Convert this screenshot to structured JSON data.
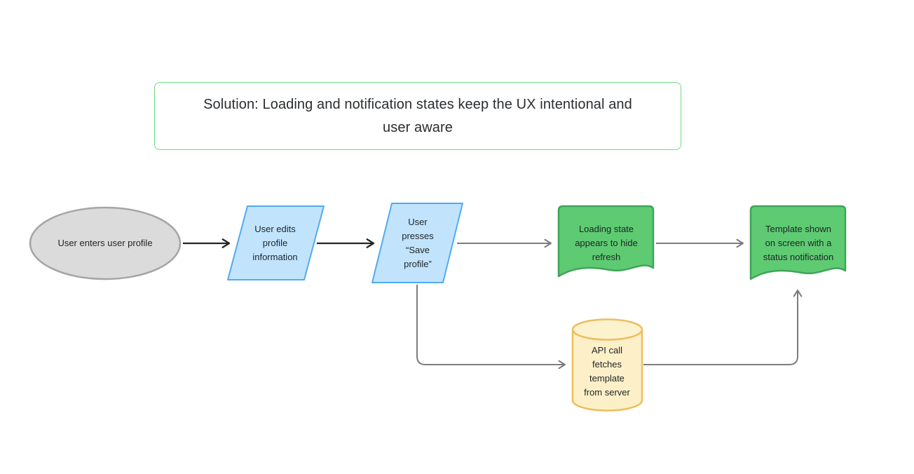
{
  "title": {
    "text": "Solution: Loading and notification states keep the UX intentional and\nuser aware"
  },
  "nodes": {
    "start": {
      "label": "User enters user profile",
      "shape": "ellipse",
      "fill": "#dbdbdb",
      "stroke": "#a5a5a5"
    },
    "edit_profile": {
      "label": "User edits\nprofile\ninformation",
      "shape": "parallelogram",
      "fill": "#c1e4fc",
      "stroke": "#52aaf0"
    },
    "save_profile": {
      "label": "User\npresses\n“Save\nprofile”",
      "shape": "parallelogram",
      "fill": "#c1e4fc",
      "stroke": "#52aaf0"
    },
    "loading_state": {
      "label": "Loading state\nappears to hide\nrefresh",
      "shape": "document",
      "fill": "#5ecb72",
      "stroke": "#3fa45a"
    },
    "template_shown": {
      "label": "Template shown\non screen with a\nstatus notification",
      "shape": "document",
      "fill": "#5ecb72",
      "stroke": "#3fa45a"
    },
    "api_call": {
      "label": "API call\nfetches\ntemplate\nfrom server",
      "shape": "database",
      "fill": "#fdf0c8",
      "stroke": "#eebd5e"
    }
  },
  "edges": [
    {
      "from": "start",
      "to": "edit_profile",
      "style": "dark-arrow"
    },
    {
      "from": "edit_profile",
      "to": "save_profile",
      "style": "dark-arrow"
    },
    {
      "from": "save_profile",
      "to": "loading_state",
      "style": "gray-arrow"
    },
    {
      "from": "loading_state",
      "to": "template_shown",
      "style": "gray-arrow"
    },
    {
      "from": "save_profile",
      "to": "api_call",
      "style": "gray-arrow-elbow"
    },
    {
      "from": "api_call",
      "to": "template_shown",
      "style": "gray-arrow-elbow"
    }
  ],
  "colors": {
    "title_border": "#6fdd85",
    "text": "#1f2328",
    "background": "#ffffff",
    "arrow_dark": "#242424",
    "arrow_gray": "#7c7c7c"
  }
}
